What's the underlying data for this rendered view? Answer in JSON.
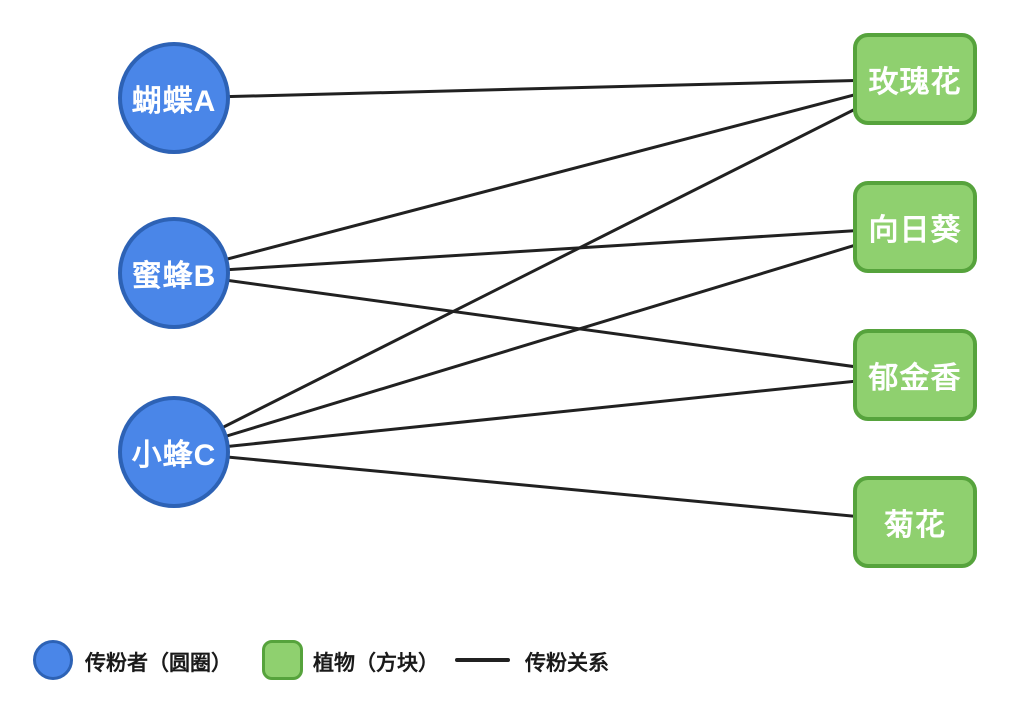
{
  "diagram": {
    "pollinators": [
      {
        "id": "A",
        "label": "蝴蝶A"
      },
      {
        "id": "B",
        "label": "蜜蜂B"
      },
      {
        "id": "C",
        "label": "小蜂C"
      }
    ],
    "plants": [
      {
        "id": "rose",
        "label": "玫瑰花"
      },
      {
        "id": "sunflower",
        "label": "向日葵"
      },
      {
        "id": "tulip",
        "label": "郁金香"
      },
      {
        "id": "chrys",
        "label": "菊花"
      }
    ],
    "edges": [
      {
        "from": "A",
        "to": "rose"
      },
      {
        "from": "B",
        "to": "rose"
      },
      {
        "from": "B",
        "to": "sunflower"
      },
      {
        "from": "B",
        "to": "tulip"
      },
      {
        "from": "C",
        "to": "rose"
      },
      {
        "from": "C",
        "to": "sunflower"
      },
      {
        "from": "C",
        "to": "tulip"
      },
      {
        "from": "C",
        "to": "chrys"
      }
    ]
  },
  "legend": {
    "pollinator_label": "传粉者（圆圈）",
    "plant_label": "植物（方块）",
    "edge_label": "传粉关系"
  },
  "colors": {
    "pollinator_fill": "#4a86e8",
    "pollinator_border": "#2d62b5",
    "plant_fill": "#8fd06f",
    "plant_border": "#56a33c",
    "edge": "#212121"
  }
}
